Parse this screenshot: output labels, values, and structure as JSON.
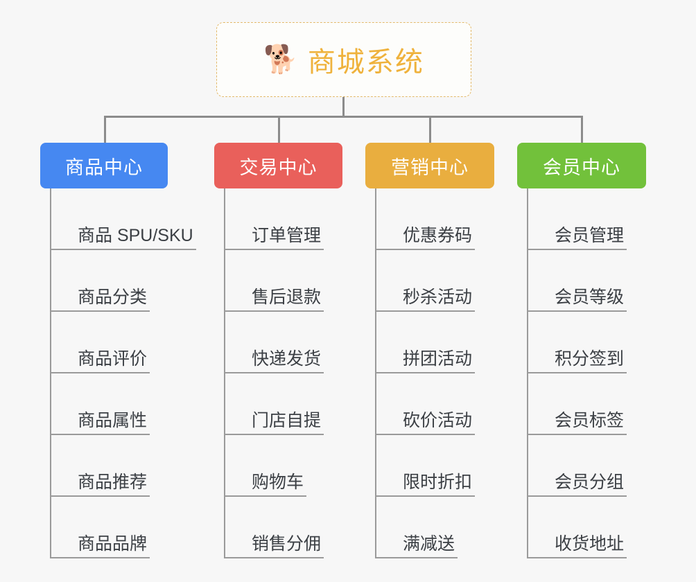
{
  "background_color": "#f7f7f7",
  "root": {
    "icon": "shiba-dog-emoji",
    "emoji": "🐕",
    "title": "商城系统",
    "title_color": "#efb23c",
    "border_color": "#e3b96a"
  },
  "connector_color": "#8c8c8c",
  "columns": [
    {
      "header": "商品中心",
      "color": "#4688f1",
      "items": [
        "商品 SPU/SKU",
        "商品分类",
        "商品评价",
        "商品属性",
        "商品推荐",
        "商品品牌"
      ]
    },
    {
      "header": "交易中心",
      "color": "#e9605b",
      "items": [
        "订单管理",
        "售后退款",
        "快递发货",
        "门店自提",
        "购物车",
        "销售分佣"
      ]
    },
    {
      "header": "营销中心",
      "color": "#e9ae3f",
      "items": [
        "优惠券码",
        "秒杀活动",
        "拼团活动",
        "砍价活动",
        "限时折扣",
        "满减送"
      ]
    },
    {
      "header": "会员中心",
      "color": "#72c13b",
      "items": [
        "会员管理",
        "会员等级",
        "积分签到",
        "会员标签",
        "会员分组",
        "收货地址"
      ]
    }
  ]
}
